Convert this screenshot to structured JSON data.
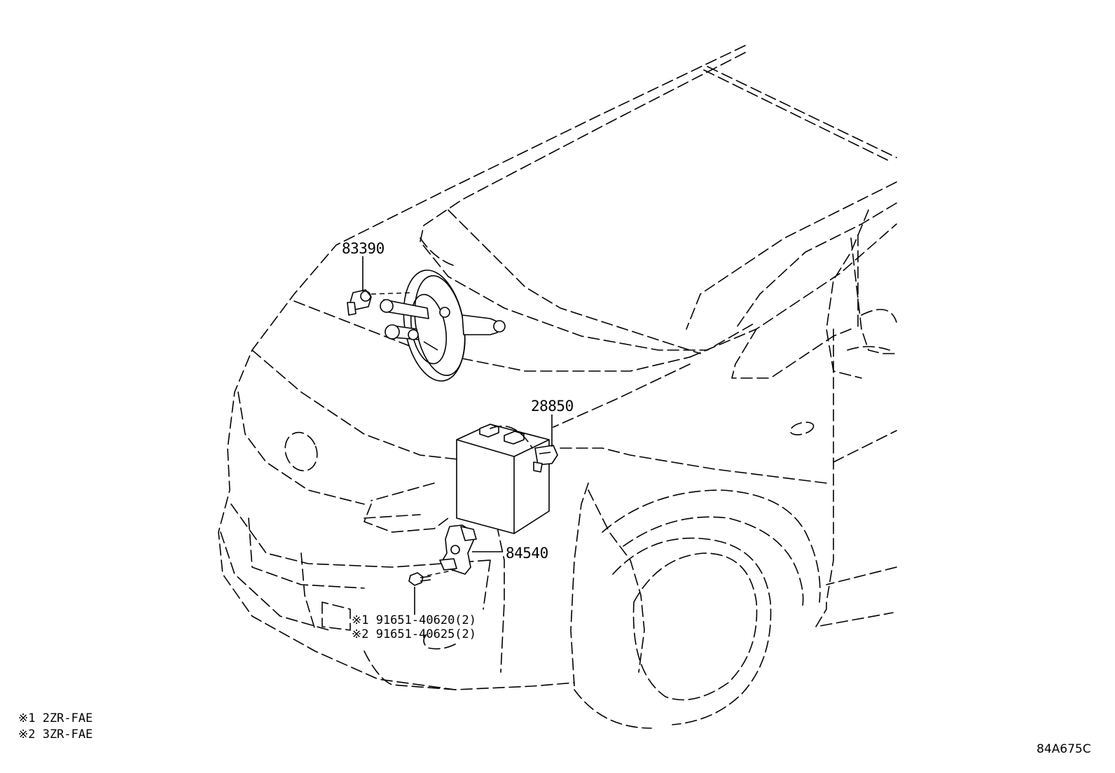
{
  "callouts": [
    {
      "id": "booster",
      "label": "83390"
    },
    {
      "id": "battery",
      "label": "28850"
    },
    {
      "id": "sensor",
      "label": "84540"
    }
  ],
  "bolt_labels": [
    "※1 91651-40620(2)",
    "※2 91651-40625(2)"
  ],
  "legend": [
    "※1 2ZR-FAE",
    "※2 3ZR-FAE"
  ],
  "diagram_code": "84A675C"
}
